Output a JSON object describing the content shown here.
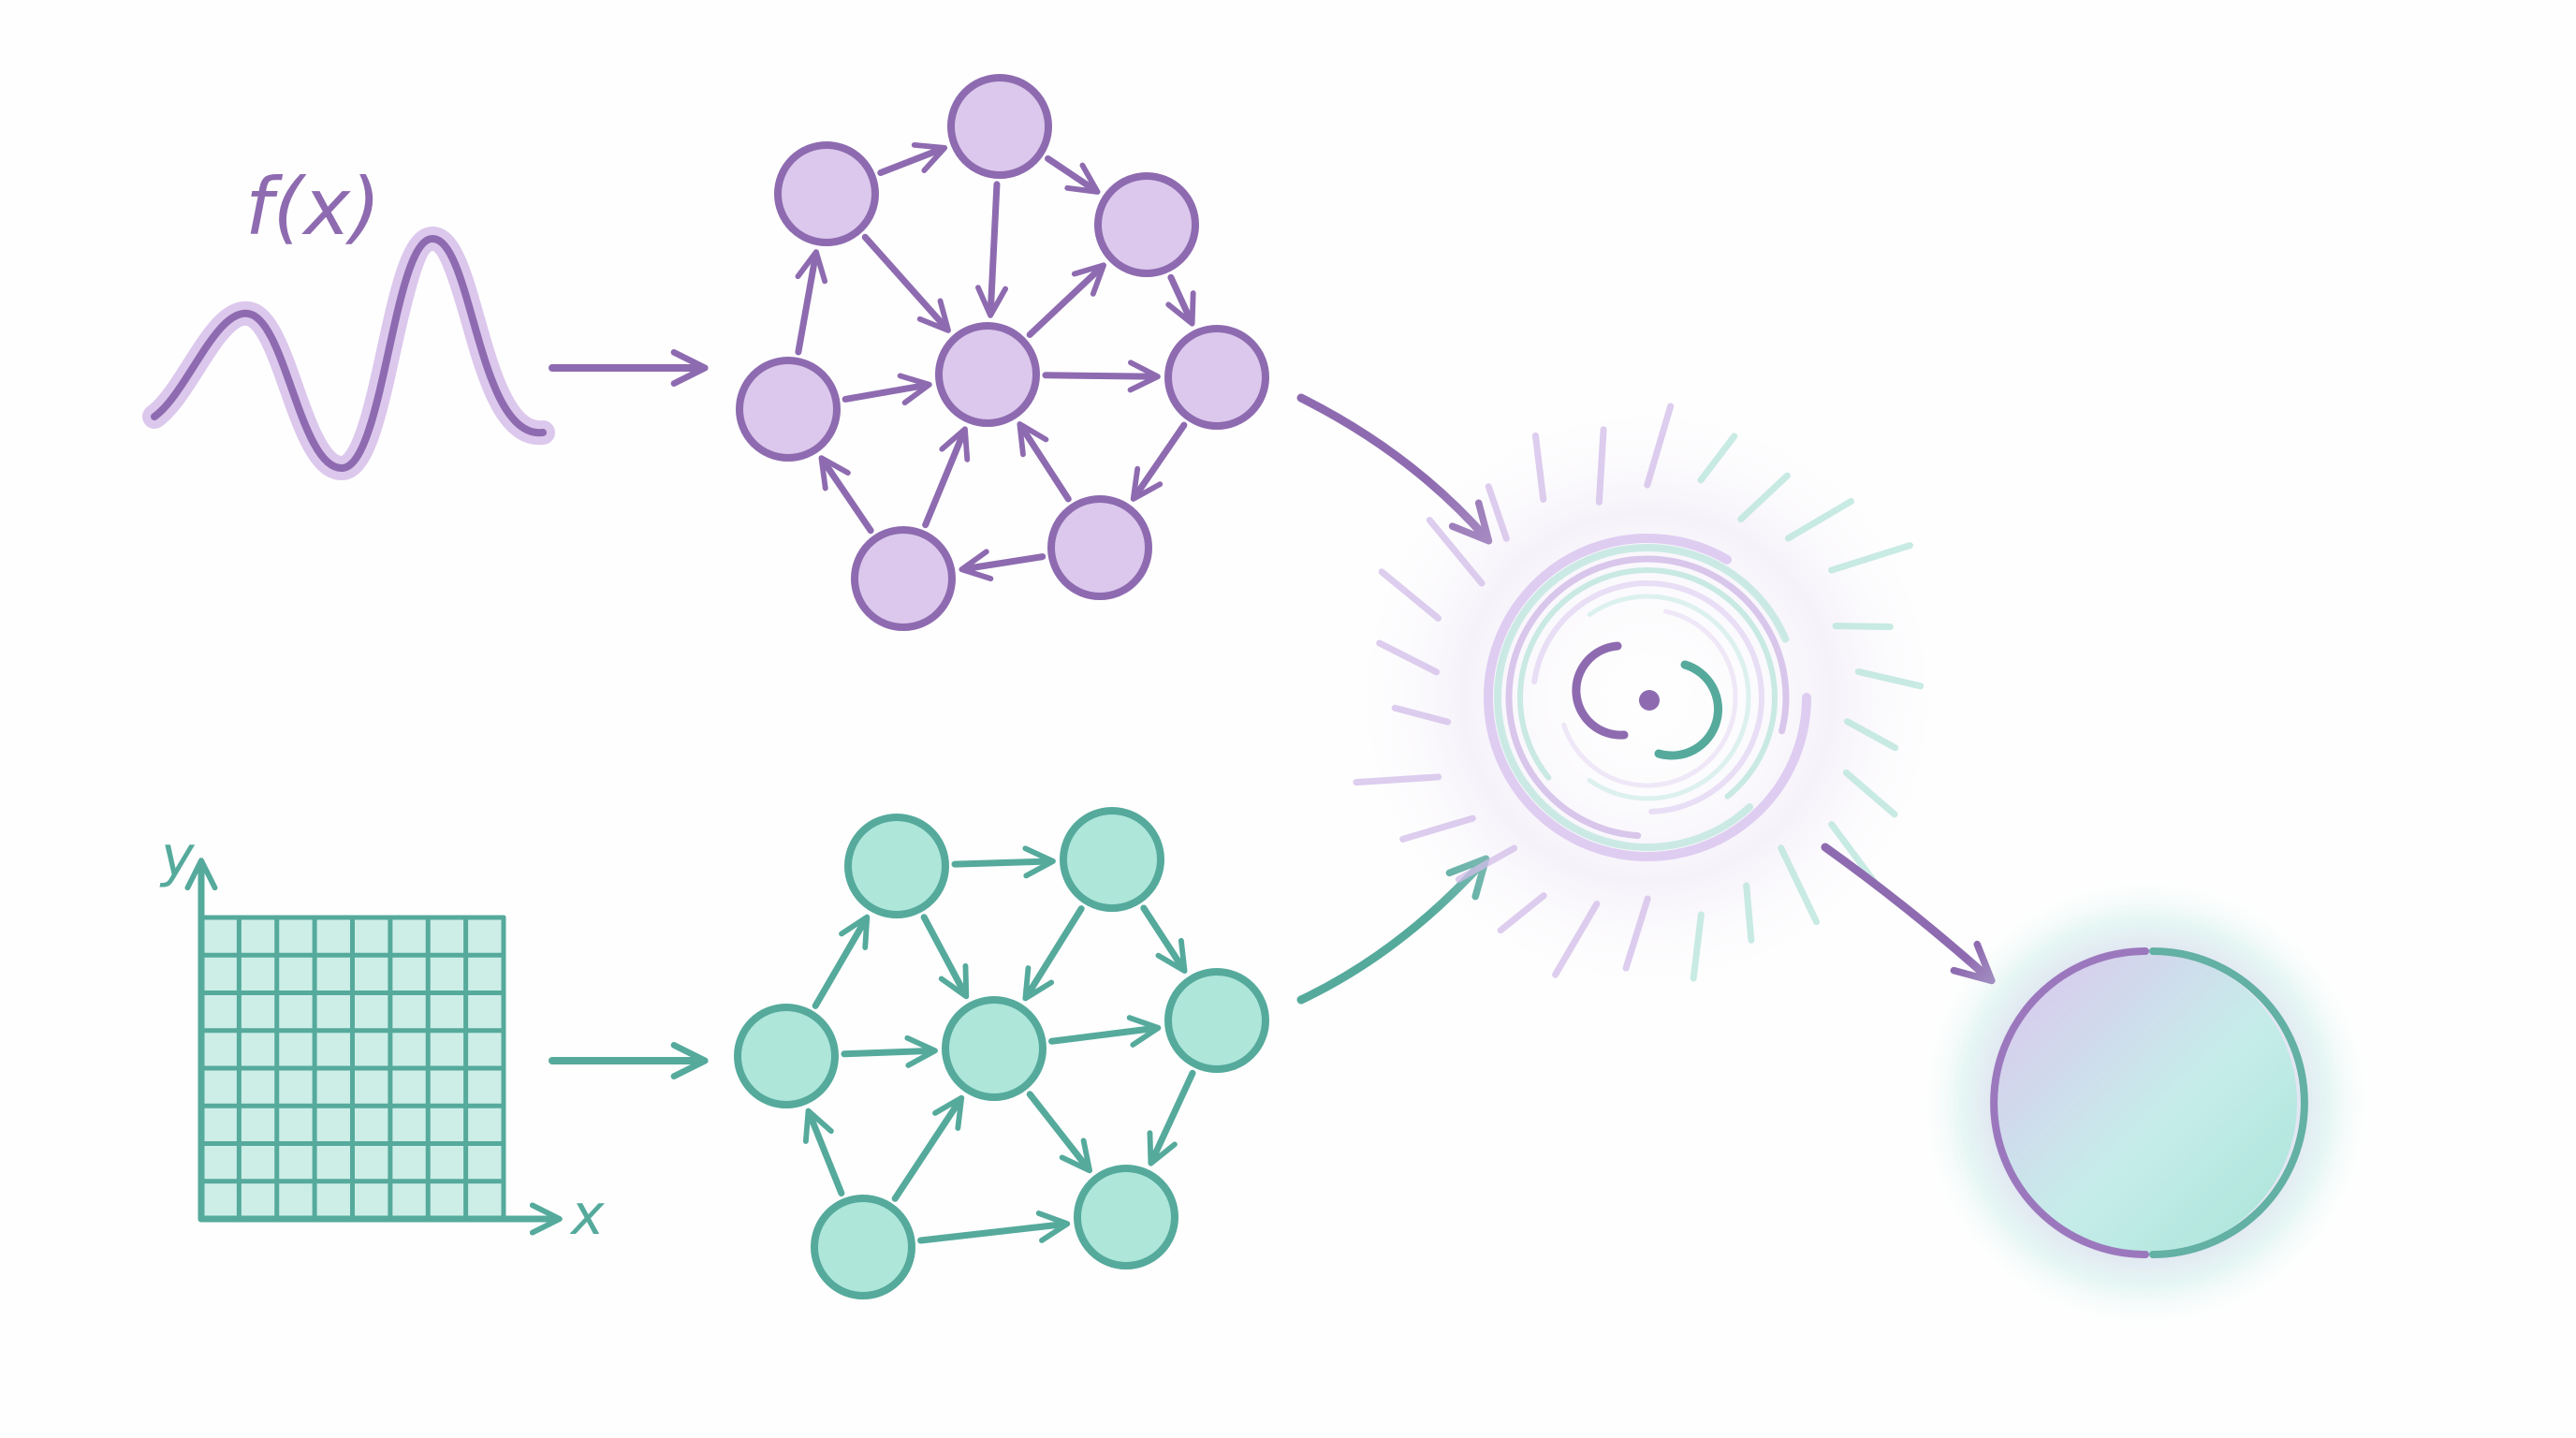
{
  "colors": {
    "purple": "#8e6bb0",
    "purple_fill": "#dcc8ec",
    "purple_soft": "#c9aee2",
    "teal": "#55aa9c",
    "teal_fill": "#aee6da",
    "teal_soft": "#9fdccf",
    "background": "#fefefe"
  },
  "labels": {
    "function": "f(x)",
    "y_axis": "y",
    "x_axis": "x"
  },
  "icons": {
    "wave": "sine-wave-icon",
    "grid": "grid-icon",
    "vortex": "vortex-icon",
    "sphere": "sphere-icon"
  }
}
